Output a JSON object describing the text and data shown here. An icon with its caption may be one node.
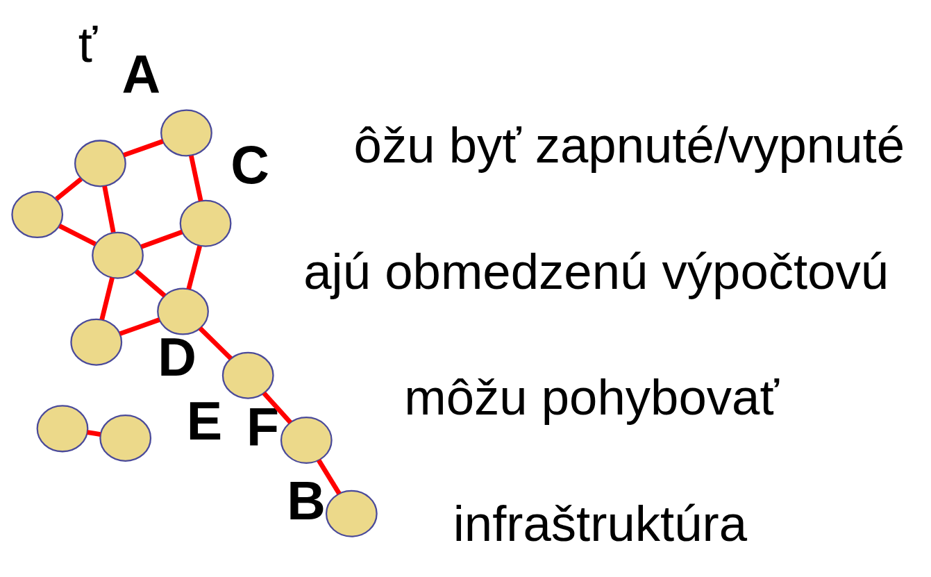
{
  "diagram": {
    "nodes": [
      {
        "text": [],
        "shape": "circle",
        "beside": [
          "A"
        ]
      },
      {
        "text": [],
        "shape": "circle",
        "beside": [
          "C"
        ]
      },
      {
        "text": [],
        "shape": "circle",
        "beside": [
          "F"
        ]
      },
      {
        "text": [],
        "shape": "circle",
        "beside": [
          "B"
        ]
      },
      {
        "text": [],
        "shape": "circle"
      },
      {
        "text": [],
        "shape": "circle",
        "beside": [
          "D"
        ]
      },
      {
        "text": [],
        "shape": "circle"
      },
      {
        "text": [],
        "shape": "circle",
        "beside": [
          "E"
        ]
      },
      {
        "text": [],
        "shape": "circle"
      },
      {
        "text": [],
        "shape": "circle"
      },
      {
        "text": [],
        "shape": "circle"
      },
      {
        "text": [],
        "shape": "circle"
      }
    ],
    "edges": [
      {
        "from": 0,
        "to": 1,
        "arrow": "none"
      },
      {
        "from": 0,
        "to": 4,
        "arrow": "none"
      },
      {
        "from": 1,
        "to": 6,
        "arrow": "none"
      },
      {
        "from": 1,
        "to": 5,
        "arrow": "none"
      },
      {
        "from": 4,
        "to": 6,
        "arrow": "none"
      },
      {
        "from": 4,
        "to": 8,
        "arrow": "none"
      },
      {
        "from": 6,
        "to": 5,
        "arrow": "none"
      },
      {
        "from": 6,
        "to": 8,
        "arrow": "none"
      },
      {
        "from": 6,
        "to": 9,
        "arrow": "none"
      },
      {
        "from": 5,
        "to": 9,
        "arrow": "none"
      },
      {
        "from": 5,
        "to": 7,
        "arrow": "none"
      },
      {
        "from": 7,
        "to": 2,
        "arrow": "none"
      },
      {
        "from": 2,
        "to": 3,
        "arrow": "none"
      },
      {
        "from": 10,
        "to": 11,
        "arrow": "none"
      }
    ],
    "labels": [
      "infraštruktúra",
      "môžu pohybovať",
      "ôžu byť zapnuté/vypnuté",
      "ajú obmedzenú výpočtovú",
      "ť"
    ]
  }
}
